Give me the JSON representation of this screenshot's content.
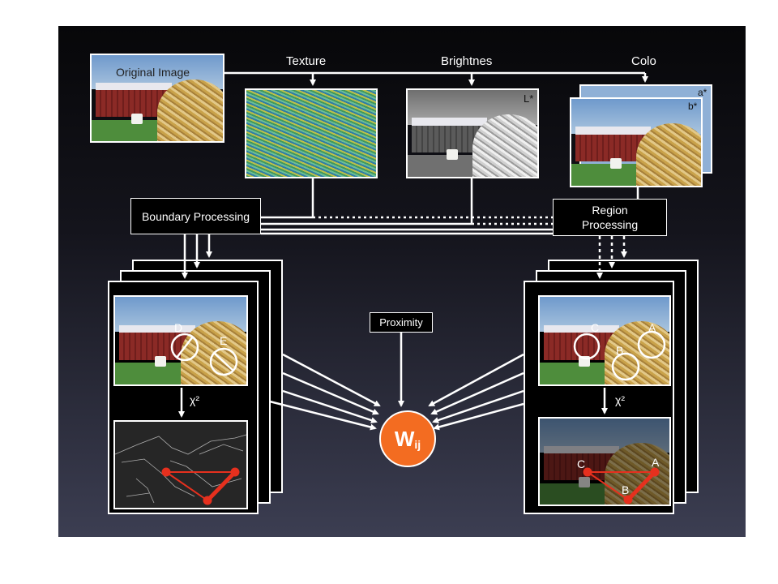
{
  "labels": {
    "original": "Original Image",
    "texture": "Texture",
    "brightness": "Brightnes",
    "color": "Colo",
    "l_star": "L*",
    "a_star": "a*",
    "b_star": "b*"
  },
  "boxes": {
    "boundary": "Boundary Processing",
    "region_line1": "Region",
    "region_line2": "Processing",
    "proximity": "Proximity"
  },
  "chi": {
    "left": "χ²",
    "right": "χ²"
  },
  "wij": {
    "main": "W",
    "sub": "ij"
  },
  "boundary_circles": {
    "d": "D",
    "e": "E"
  },
  "region_circles": {
    "c": "C",
    "a": "A",
    "b": "B"
  },
  "region_graph": {
    "c": "C",
    "a": "A",
    "b": "B"
  },
  "colors": {
    "orange": "#f36c21",
    "graph_red": "#e6301e"
  }
}
